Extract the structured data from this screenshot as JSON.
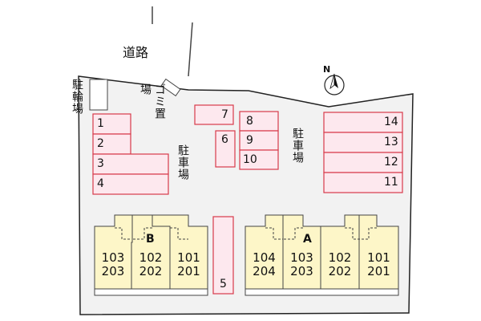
{
  "road": {
    "label": "道路"
  },
  "bike_parking": {
    "label": "駐輪場"
  },
  "garbage": {
    "label": "ゴミ置場"
  },
  "north": {
    "label": "N"
  },
  "parking_labels": {
    "left": "駐車場",
    "right": "駐車場"
  },
  "parking_spaces": [
    "1",
    "2",
    "3",
    "4",
    "5",
    "6",
    "7",
    "8",
    "9",
    "10",
    "11",
    "12",
    "13",
    "14"
  ],
  "building_b": {
    "name": "B",
    "units": [
      {
        "lower": "103",
        "upper": "203"
      },
      {
        "lower": "102",
        "upper": "202"
      },
      {
        "lower": "101",
        "upper": "201"
      }
    ]
  },
  "building_a": {
    "name": "A",
    "units": [
      {
        "lower": "104",
        "upper": "204"
      },
      {
        "lower": "103",
        "upper": "203"
      },
      {
        "lower": "102",
        "upper": "202"
      },
      {
        "lower": "101",
        "upper": "201"
      }
    ]
  },
  "colors": {
    "parking_fill": "#fde8ee",
    "parking_stroke": "#d83a4a",
    "unit_fill": "#fdf6c8",
    "site_fill": "#f2f2f2"
  }
}
